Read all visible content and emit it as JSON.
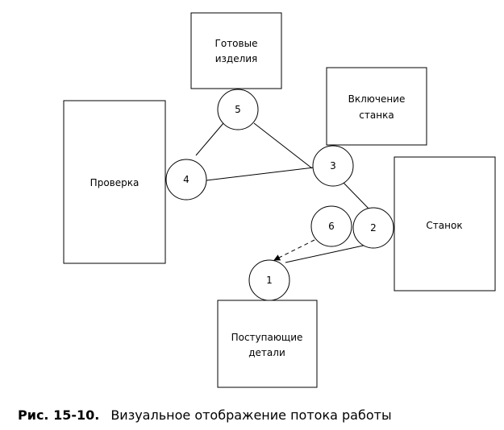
{
  "boxes": {
    "finished_products": [
      "Готовые",
      "изделия"
    ],
    "machine_start": [
      "Включение",
      "станка"
    ],
    "inspection": [
      "Проверка"
    ],
    "machine": [
      "Станок"
    ],
    "incoming_parts": [
      "Поступающие",
      "детали"
    ]
  },
  "nodes": {
    "n1": "1",
    "n2": "2",
    "n3": "3",
    "n4": "4",
    "n5": "5",
    "n6": "6"
  },
  "caption": {
    "figure_number": "Рис. 15-10.",
    "text": "Визуальное отображение потока работы"
  }
}
